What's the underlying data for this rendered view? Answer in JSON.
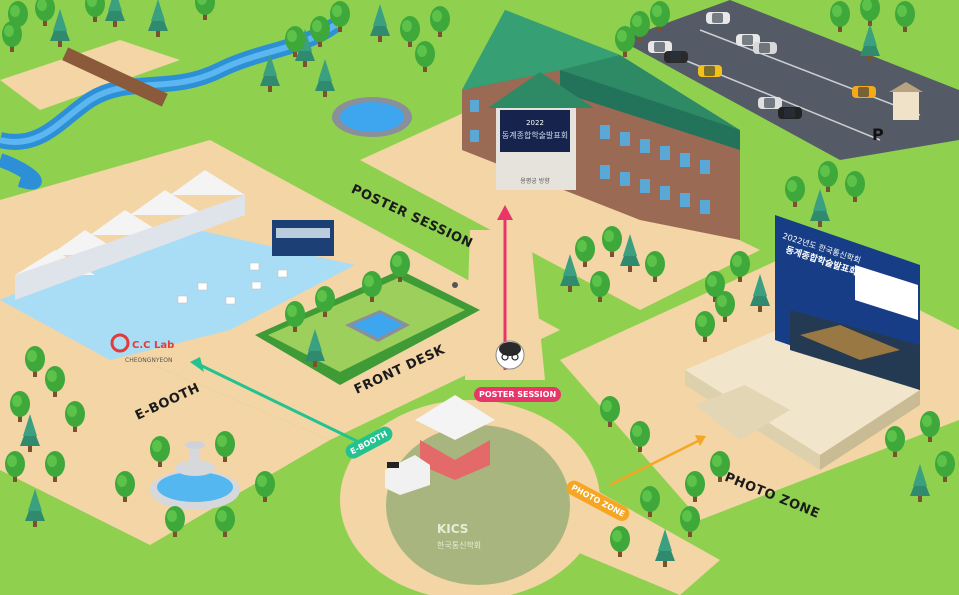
{
  "zones": {
    "poster_session": "POSTER SESSION",
    "front_desk": "FRONT DESK",
    "e_booth": "E-BOOTH",
    "photo_zone": "PHOTO ZONE"
  },
  "nav_tags": {
    "poster_session": "POSTER SESSION",
    "e_booth": "E-BOOTH",
    "photo_zone": "PHOTO ZONE"
  },
  "building": {
    "banner_year": "2022",
    "banner_title": "동계종합학술발표회",
    "door_sign": "용평궁 방향"
  },
  "billboard": {
    "title_line1": "2022년도 한국통신학회",
    "title_line2": "동계종합학술발표회"
  },
  "booth_logo": {
    "name": "C.C Lab",
    "subtitle": "CHEONGNYEON"
  },
  "plaza": {
    "logo": "KICS",
    "subtitle": "한국통신학회"
  },
  "parking_sign": "P",
  "colors": {
    "grass": "#8fd14f",
    "path": "#f3d5a6",
    "poster_tag": "#e8356a",
    "ebooth_tag": "#24c28f",
    "photo_tag": "#f5a623",
    "roof": "#2e8a64",
    "brick": "#9a6a55"
  },
  "icons": {
    "avatar": "character-avatar-icon",
    "parking": "parking-sign-icon"
  }
}
